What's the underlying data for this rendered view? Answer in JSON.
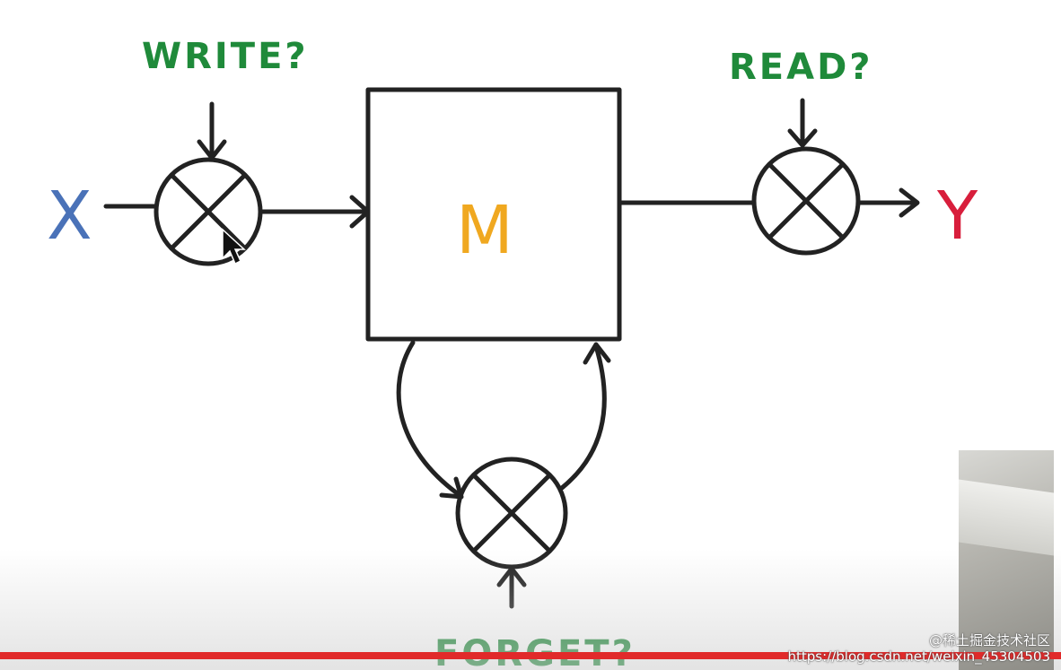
{
  "diagram": {
    "input_label": "X",
    "output_label": "Y",
    "memory_label": "M",
    "write_gate_label": "WRITE?",
    "read_gate_label": "READ?",
    "forget_gate_label": "FORGET?"
  },
  "colors": {
    "input": "#4a72b8",
    "output": "#d81e3c",
    "memory": "#f0a820",
    "gate_labels": "#1f8a3a",
    "stroke": "#222222",
    "progress": "#e12a2a"
  },
  "watermark": {
    "line1": "@稀土掘金技术社区",
    "line2": "https://blog.csdn.net/weixin_45304503"
  }
}
